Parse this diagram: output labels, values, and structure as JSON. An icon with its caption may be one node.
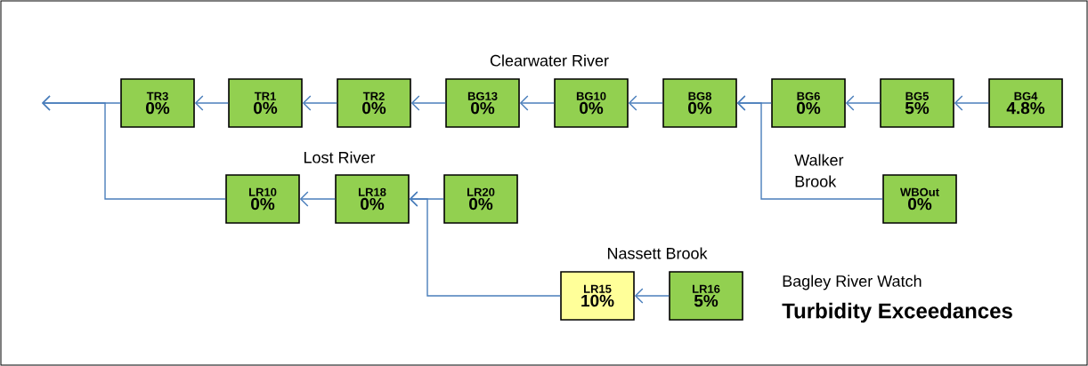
{
  "diagram": {
    "title": "Turbidity Exceedances",
    "nodes": [
      {
        "text": [
          "TR3",
          "0%"
        ]
      },
      {
        "text": [
          "TR1",
          "0%"
        ]
      },
      {
        "text": [
          "TR2",
          "0%"
        ]
      },
      {
        "text": [
          "BG13",
          "0%"
        ]
      },
      {
        "text": [
          "BG10",
          "0%"
        ]
      },
      {
        "text": [
          "BG8",
          "0%"
        ]
      },
      {
        "text": [
          "BG6",
          "0%"
        ]
      },
      {
        "text": [
          "BG5",
          "5%"
        ]
      },
      {
        "text": [
          "BG4",
          "4.8%"
        ]
      },
      {
        "text": [
          "LR10",
          "0%"
        ]
      },
      {
        "text": [
          "LR18",
          "0%"
        ]
      },
      {
        "text": [
          "LR20",
          "0%"
        ]
      },
      {
        "text": [
          "WBOut",
          "0%"
        ]
      },
      {
        "text": [
          "LR15",
          "10%"
        ]
      },
      {
        "text": [
          "LR16",
          "5%"
        ]
      }
    ],
    "edges": [
      {
        "from": 0,
        "to": null,
        "arrow": "to"
      },
      {
        "from": 1,
        "to": 0,
        "arrow": "to"
      },
      {
        "from": 2,
        "to": 1,
        "arrow": "to"
      },
      {
        "from": 3,
        "to": 2,
        "arrow": "to"
      },
      {
        "from": 4,
        "to": 3,
        "arrow": "to"
      },
      {
        "from": 5,
        "to": 4,
        "arrow": "to"
      },
      {
        "from": 6,
        "to": 5,
        "arrow": "to"
      },
      {
        "from": 7,
        "to": 6,
        "arrow": "to"
      },
      {
        "from": 8,
        "to": 7,
        "arrow": "to"
      },
      {
        "from": 12,
        "to": 5,
        "arrow": "to"
      },
      {
        "from": 9,
        "to": null,
        "arrow": "to"
      },
      {
        "from": 10,
        "to": 9,
        "arrow": "to"
      },
      {
        "from": 11,
        "to": 10,
        "arrow": "to"
      },
      {
        "from": 13,
        "to": 10,
        "arrow": "to"
      },
      {
        "from": 14,
        "to": 13,
        "arrow": "to"
      }
    ],
    "labels": [
      "Clearwater River",
      "Lost River",
      "Walker Brook",
      "Nassett Brook",
      "Bagley River Watch"
    ]
  }
}
